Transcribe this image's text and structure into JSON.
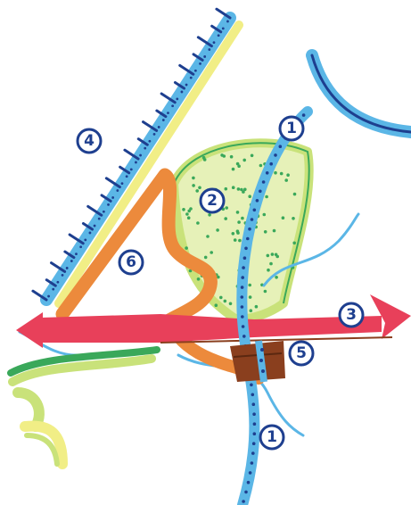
{
  "colors": {
    "blue": "#5bb6e6",
    "navy": "#1e3f8f",
    "yellow": "#f1ee86",
    "green": "#3aa85a",
    "green_light": "#c9e27a",
    "orange": "#ec8a3c",
    "red": "#e8405a",
    "brown": "#8a3f1e"
  },
  "markers": [
    {
      "id": "marker-1-top",
      "label": "1"
    },
    {
      "id": "marker-1-bottom",
      "label": "1"
    },
    {
      "id": "marker-2",
      "label": "2"
    },
    {
      "id": "marker-3",
      "label": "3"
    },
    {
      "id": "marker-4",
      "label": "4"
    },
    {
      "id": "marker-5",
      "label": "5"
    },
    {
      "id": "marker-6",
      "label": "6"
    }
  ]
}
